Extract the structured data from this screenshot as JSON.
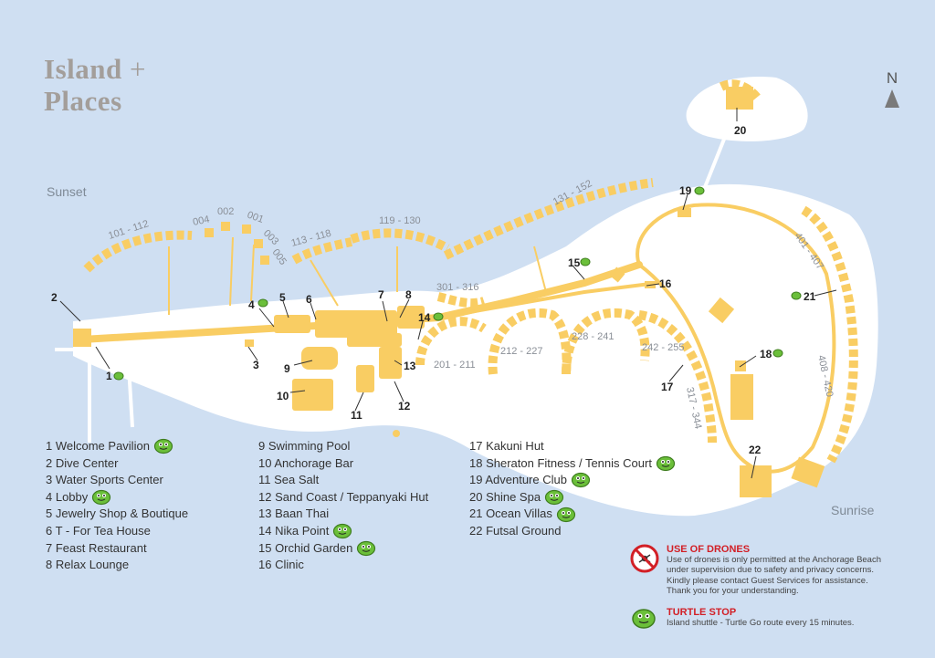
{
  "title": {
    "line1": "Island",
    "plus": "+",
    "line2": "Places"
  },
  "compass": {
    "label": "N"
  },
  "side_labels": {
    "sunset": "Sunset",
    "sunrise": "Sunrise"
  },
  "villa_ranges": [
    "101 - 112",
    "004",
    "002",
    "001",
    "003",
    "005",
    "113 - 118",
    "119 - 130",
    "131 - 152",
    "301 - 316",
    "201 - 211",
    "212 - 227",
    "228 - 241",
    "242 - 255",
    "317 - 344",
    "401 - 407",
    "408 - 420"
  ],
  "markers": [
    "1",
    "2",
    "3",
    "4",
    "5",
    "6",
    "7",
    "8",
    "9",
    "10",
    "11",
    "12",
    "13",
    "14",
    "15",
    "16",
    "17",
    "18",
    "19",
    "20",
    "21",
    "22"
  ],
  "legend": [
    [
      {
        "label": "1 Welcome Pavilion",
        "turtle": true
      },
      {
        "label": "2 Dive Center",
        "turtle": false
      },
      {
        "label": "3 Water Sports Center",
        "turtle": false
      },
      {
        "label": "4 Lobby",
        "turtle": true
      },
      {
        "label": "5 Jewelry Shop & Boutique",
        "turtle": false
      },
      {
        "label": "6 T - For Tea House",
        "turtle": false
      },
      {
        "label": "7 Feast Restaurant",
        "turtle": false
      },
      {
        "label": "8 Relax Lounge",
        "turtle": false
      }
    ],
    [
      {
        "label": "9 Swimming Pool",
        "turtle": false
      },
      {
        "label": "10 Anchorage Bar",
        "turtle": false
      },
      {
        "label": "11 Sea Salt",
        "turtle": false
      },
      {
        "label": "12 Sand Coast / Teppanyaki Hut",
        "turtle": false
      },
      {
        "label": "13 Baan Thai",
        "turtle": false
      },
      {
        "label": "14 Nika Point",
        "turtle": true
      },
      {
        "label": "15 Orchid Garden",
        "turtle": true
      },
      {
        "label": "16 Clinic",
        "turtle": false
      }
    ],
    [
      {
        "label": "17 Kakuni Hut",
        "turtle": false
      },
      {
        "label": "18 Sheraton Fitness / Tennis Court",
        "turtle": true
      },
      {
        "label": "19 Adventure Club",
        "turtle": true
      },
      {
        "label": "20 Shine Spa",
        "turtle": true
      },
      {
        "label": "21 Ocean Villas",
        "turtle": true
      },
      {
        "label": "22 Futsal Ground",
        "turtle": false
      }
    ]
  ],
  "notes": {
    "drones": {
      "title": "USE OF DRONES",
      "lines": [
        "Use of drones is only permitted at the Anchorage Beach",
        "under supervision due to safety and privacy concerns.",
        "Kindly please contact Guest Services for assistance.",
        "Thank you for your understanding."
      ]
    },
    "turtle": {
      "title": "TURTLE STOP",
      "lines": [
        "Island shuttle - Turtle Go route every 15 minutes."
      ]
    }
  },
  "colors": {
    "sea": "#cfdff2",
    "land": "#ffffff",
    "building": "#f9cd63",
    "text": "#333333",
    "accent_red": "#d21f26",
    "turtle_green": "#6bbf3a"
  }
}
